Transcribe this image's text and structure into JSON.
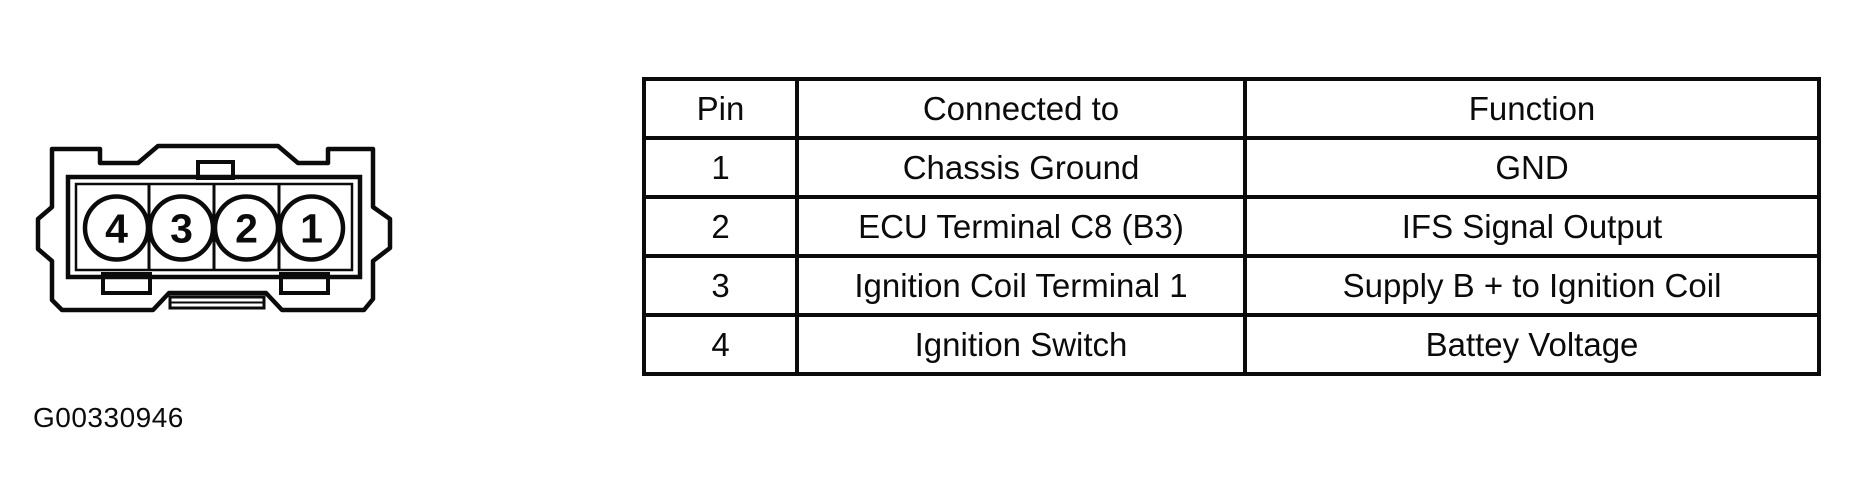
{
  "figure": {
    "code_label": "G00330946"
  },
  "connector": {
    "pins": [
      "4",
      "3",
      "2",
      "1"
    ]
  },
  "pin_table": {
    "headers": [
      "Pin",
      "Connected to",
      "Function"
    ],
    "rows": [
      [
        "1",
        "Chassis Ground",
        "GND"
      ],
      [
        "2",
        "ECU Terminal C8 (B3)",
        "IFS Signal Output"
      ],
      [
        "3",
        "Ignition Coil Terminal 1",
        "Supply B + to Ignition Coil"
      ],
      [
        "4",
        "Ignition Switch",
        "Battey Voltage"
      ]
    ]
  }
}
